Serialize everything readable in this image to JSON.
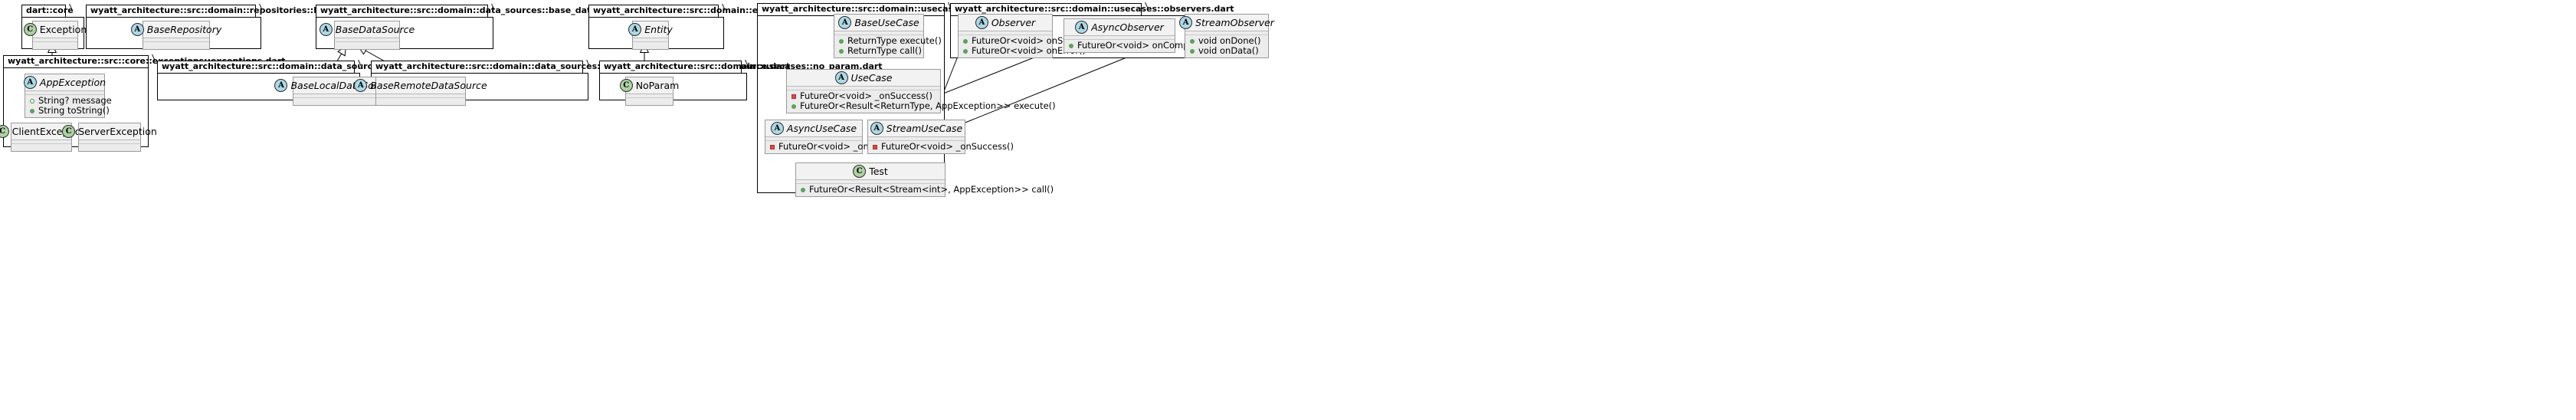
{
  "diagram": {
    "kind": "uml-class-diagram",
    "background": "#ffffff",
    "stereotype_colors": {
      "abstract": "#add8e6",
      "class": "#add1a4"
    },
    "visibility_colors": {
      "public": "#5fa05f",
      "protected": "#ffffff",
      "private": "#d94a4a"
    }
  },
  "packages": [
    {
      "id": "dart-core",
      "name": "dart::core",
      "classes": [
        {
          "id": "exception",
          "stereotype": "C",
          "name": "Exception",
          "abstract": false,
          "members": []
        }
      ]
    },
    {
      "id": "base-repository",
      "name": "wyatt_architecture::src::domain::repositories::base_repository.dart",
      "classes": [
        {
          "id": "base-repository-cls",
          "stereotype": "A",
          "name": "BaseRepository",
          "abstract": true,
          "members": []
        }
      ]
    },
    {
      "id": "base-data-source",
      "name": "wyatt_architecture::src::domain::data_sources::base_data_source.dart",
      "classes": [
        {
          "id": "base-data-source-cls",
          "stereotype": "A",
          "name": "BaseDataSource",
          "abstract": true,
          "members": []
        }
      ]
    },
    {
      "id": "entity",
      "name": "wyatt_architecture::src::domain::entities::entity.dart",
      "classes": [
        {
          "id": "entity-cls",
          "stereotype": "A",
          "name": "Entity",
          "abstract": true,
          "members": []
        }
      ]
    },
    {
      "id": "exceptions",
      "name": "wyatt_architecture::src::core::exceptions::exceptions.dart",
      "classes": [
        {
          "id": "app-exception",
          "stereotype": "A",
          "name": "AppException",
          "abstract": true,
          "members": [
            {
              "visibility": "protected",
              "text": "String? message"
            },
            {
              "visibility": "public",
              "text": "String toString()"
            }
          ]
        },
        {
          "id": "client-exception",
          "stereotype": "C",
          "name": "ClientException",
          "abstract": false,
          "members": []
        },
        {
          "id": "server-exception",
          "stereotype": "C",
          "name": "ServerException",
          "abstract": false,
          "members": []
        }
      ]
    },
    {
      "id": "base-local-data-source",
      "name": "wyatt_architecture::src::domain::data_sources::local::base_local_data_source.dart",
      "classes": [
        {
          "id": "base-local-data-source-cls",
          "stereotype": "A",
          "name": "BaseLocalDataSource",
          "abstract": true,
          "members": []
        }
      ]
    },
    {
      "id": "base-remote-data-source",
      "name": "wyatt_architecture::src::domain::data_sources::remote::base_remote_data_source.dart",
      "classes": [
        {
          "id": "base-remote-data-source-cls",
          "stereotype": "A",
          "name": "BaseRemoteDataSource",
          "abstract": true,
          "members": []
        }
      ]
    },
    {
      "id": "no-param",
      "name": "wyatt_architecture::src::domain::usecases::no_param.dart",
      "classes": [
        {
          "id": "no-param-cls",
          "stereotype": "C",
          "name": "NoParam",
          "abstract": false,
          "members": []
        }
      ]
    },
    {
      "id": "usecase",
      "name": "wyatt_architecture::src::domain::usecases::usecase.dart",
      "classes": [
        {
          "id": "base-use-case",
          "stereotype": "A",
          "name": "BaseUseCase",
          "abstract": true,
          "members": [
            {
              "visibility": "public",
              "text": "ReturnType execute()"
            },
            {
              "visibility": "public",
              "text": "ReturnType call()"
            }
          ]
        },
        {
          "id": "use-case",
          "stereotype": "A",
          "name": "UseCase",
          "abstract": true,
          "members": [
            {
              "visibility": "private",
              "text": "FutureOr<void> _onSuccess()"
            },
            {
              "visibility": "public",
              "text": "FutureOr<Result<ReturnType, AppException>> execute()"
            }
          ]
        },
        {
          "id": "async-use-case",
          "stereotype": "A",
          "name": "AsyncUseCase",
          "abstract": true,
          "members": [
            {
              "visibility": "private",
              "text": "FutureOr<void> _onSuccess()"
            }
          ]
        },
        {
          "id": "stream-use-case",
          "stereotype": "A",
          "name": "StreamUseCase",
          "abstract": true,
          "members": [
            {
              "visibility": "private",
              "text": "FutureOr<void> _onSuccess()"
            }
          ]
        },
        {
          "id": "test",
          "stereotype": "C",
          "name": "Test",
          "abstract": false,
          "members": [
            {
              "visibility": "public",
              "text": "FutureOr<Result<Stream<int>, AppException>> call()"
            }
          ]
        }
      ]
    },
    {
      "id": "observers",
      "name": "wyatt_architecture::src::domain::usecases::observers.dart",
      "classes": [
        {
          "id": "observer",
          "stereotype": "A",
          "name": "Observer",
          "abstract": true,
          "members": [
            {
              "visibility": "public",
              "text": "FutureOr<void> onStart()"
            },
            {
              "visibility": "public",
              "text": "FutureOr<void> onError()"
            }
          ]
        },
        {
          "id": "async-observer",
          "stereotype": "A",
          "name": "AsyncObserver",
          "abstract": true,
          "members": [
            {
              "visibility": "public",
              "text": "FutureOr<void> onComplete()"
            }
          ]
        },
        {
          "id": "stream-observer",
          "stereotype": "A",
          "name": "StreamObserver",
          "abstract": true,
          "members": [
            {
              "visibility": "public",
              "text": "void onDone()"
            },
            {
              "visibility": "public",
              "text": "void onData()"
            }
          ]
        }
      ]
    }
  ],
  "relations": [
    {
      "type": "generalization",
      "from": "app-exception",
      "to": "exception"
    },
    {
      "type": "generalization",
      "from": "client-exception",
      "to": "app-exception"
    },
    {
      "type": "generalization",
      "from": "server-exception",
      "to": "app-exception"
    },
    {
      "type": "generalization",
      "from": "base-local-data-source-cls",
      "to": "base-data-source-cls"
    },
    {
      "type": "generalization",
      "from": "base-remote-data-source-cls",
      "to": "base-data-source-cls"
    },
    {
      "type": "generalization",
      "from": "no-param-cls",
      "to": "entity-cls"
    },
    {
      "type": "generalization",
      "from": "use-case",
      "to": "base-use-case"
    },
    {
      "type": "generalization",
      "from": "async-use-case",
      "to": "use-case"
    },
    {
      "type": "generalization",
      "from": "stream-use-case",
      "to": "use-case"
    },
    {
      "type": "generalization",
      "from": "test",
      "to": "stream-use-case"
    },
    {
      "type": "generalization",
      "from": "use-case",
      "to": "observer"
    },
    {
      "type": "generalization",
      "from": "async-use-case",
      "to": "async-observer"
    },
    {
      "type": "generalization",
      "from": "stream-use-case",
      "to": "stream-observer"
    }
  ]
}
